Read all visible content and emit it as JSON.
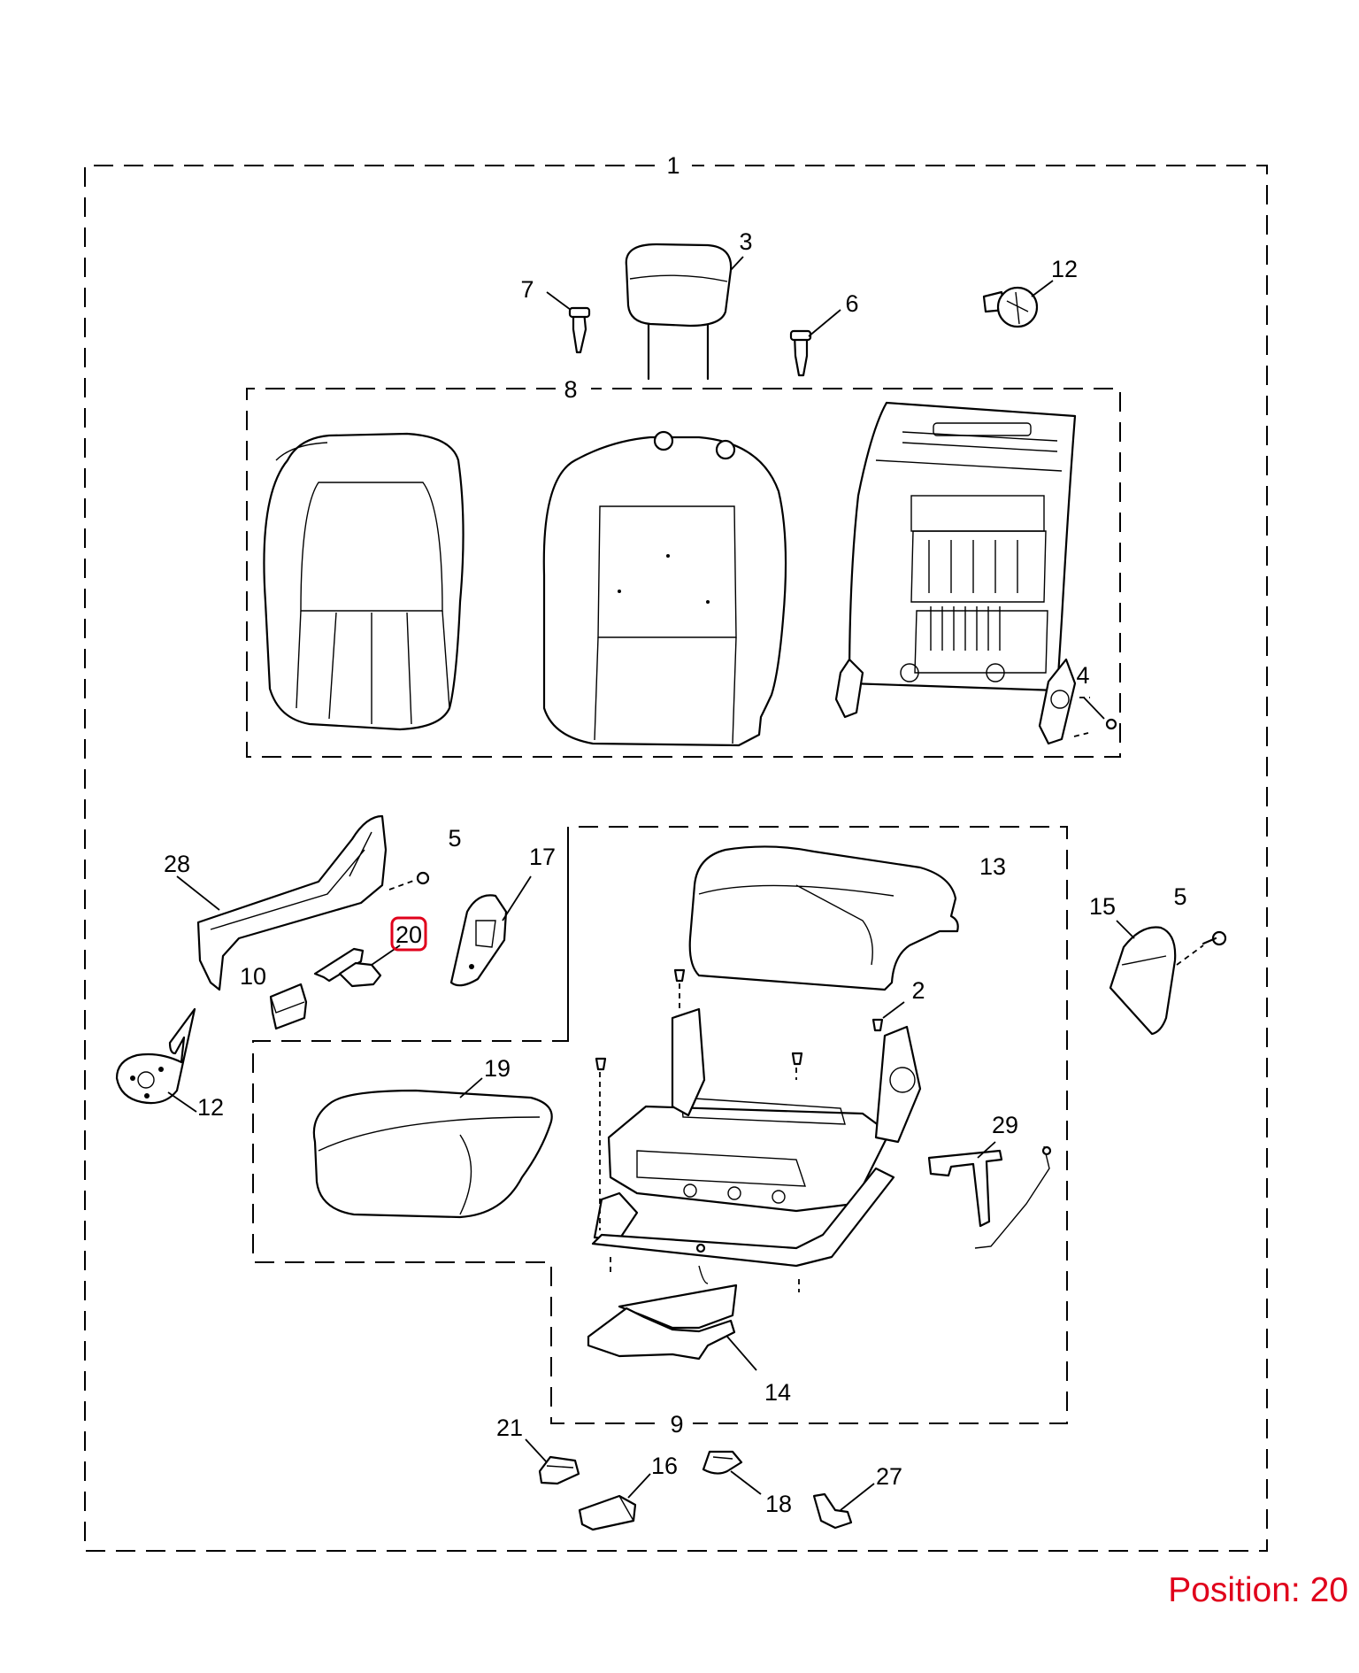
{
  "callouts": {
    "c1": "1",
    "c2": "2",
    "c3": "3",
    "c4": "4",
    "c5a": "5",
    "c5b": "5",
    "c6": "6",
    "c7": "7",
    "c8": "8",
    "c9": "9",
    "c10": "10",
    "c12a": "12",
    "c12b": "12",
    "c13": "13",
    "c14": "14",
    "c15": "15",
    "c16": "16",
    "c17": "17",
    "c18": "18",
    "c19": "19",
    "c20": "20",
    "c21": "21",
    "c27": "27",
    "c28": "28",
    "c29": "29"
  },
  "highlighted_callout": "20",
  "highlight_color": "#e0001b",
  "caption": "Position: 20"
}
